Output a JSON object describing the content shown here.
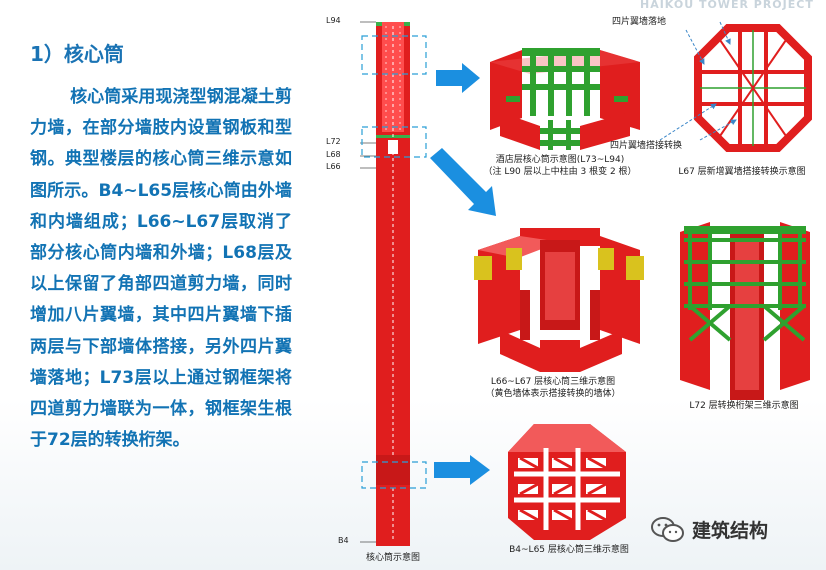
{
  "header": {
    "watermark": "HAIKOU TOWER PROJECT"
  },
  "section_title": "1）核心筒",
  "body_paragraph": "核心筒采用现浇型钢混凝土剪力墙，在部分墙肢内设置钢板和型钢。典型楼层的核心筒三维示意如图所示。B4~L65层核心筒由外墙和内墙组成；L66~L67层取消了部分核心筒内墙和外墙；L68层及以上保留了角部四道剪力墙，同时增加八片翼墙，其中四片翼墙下插两层与下部墙体搭接，另外四片翼墙落地；L73层以上通过钢框架将四道剪力墙联为一体，钢框架生根于72层的转换桁架。",
  "levels": {
    "top": "L94",
    "l72": "L72",
    "l68": "L68",
    "l66": "L66",
    "bottom": "B4"
  },
  "captions": {
    "core_tube": "核心筒示意图",
    "hotel_line1": "酒店层核心筒示意图(L73~L94)",
    "hotel_line2": "（注 L90 层以上中柱由 3 根变 2 根）",
    "l67_plan": "L67 层新增翼墙搭接转换示意图",
    "l66_line1": "L66~L67 层核心筒三维示意图",
    "l66_line2": "（黄色墙体表示搭接转换的墙体）",
    "l72_truss": "L72 层转换桁架三维示意图",
    "b4_l65": "B4~L65 层核心筒三维示意图"
  },
  "annotations": {
    "wing_ground": "四片翼墙落地",
    "wing_transfer": "四片翼墙搭接转换"
  },
  "watermark": {
    "text": "建筑结构",
    "icon": "wechat-icon"
  },
  "colors": {
    "wall_red": "#e01e1e",
    "steel_green": "#2fa12f",
    "transfer_yellow": "#d9c21e",
    "accent_blue": "#1a73b4",
    "arrow_blue": "#1b8fe0"
  }
}
